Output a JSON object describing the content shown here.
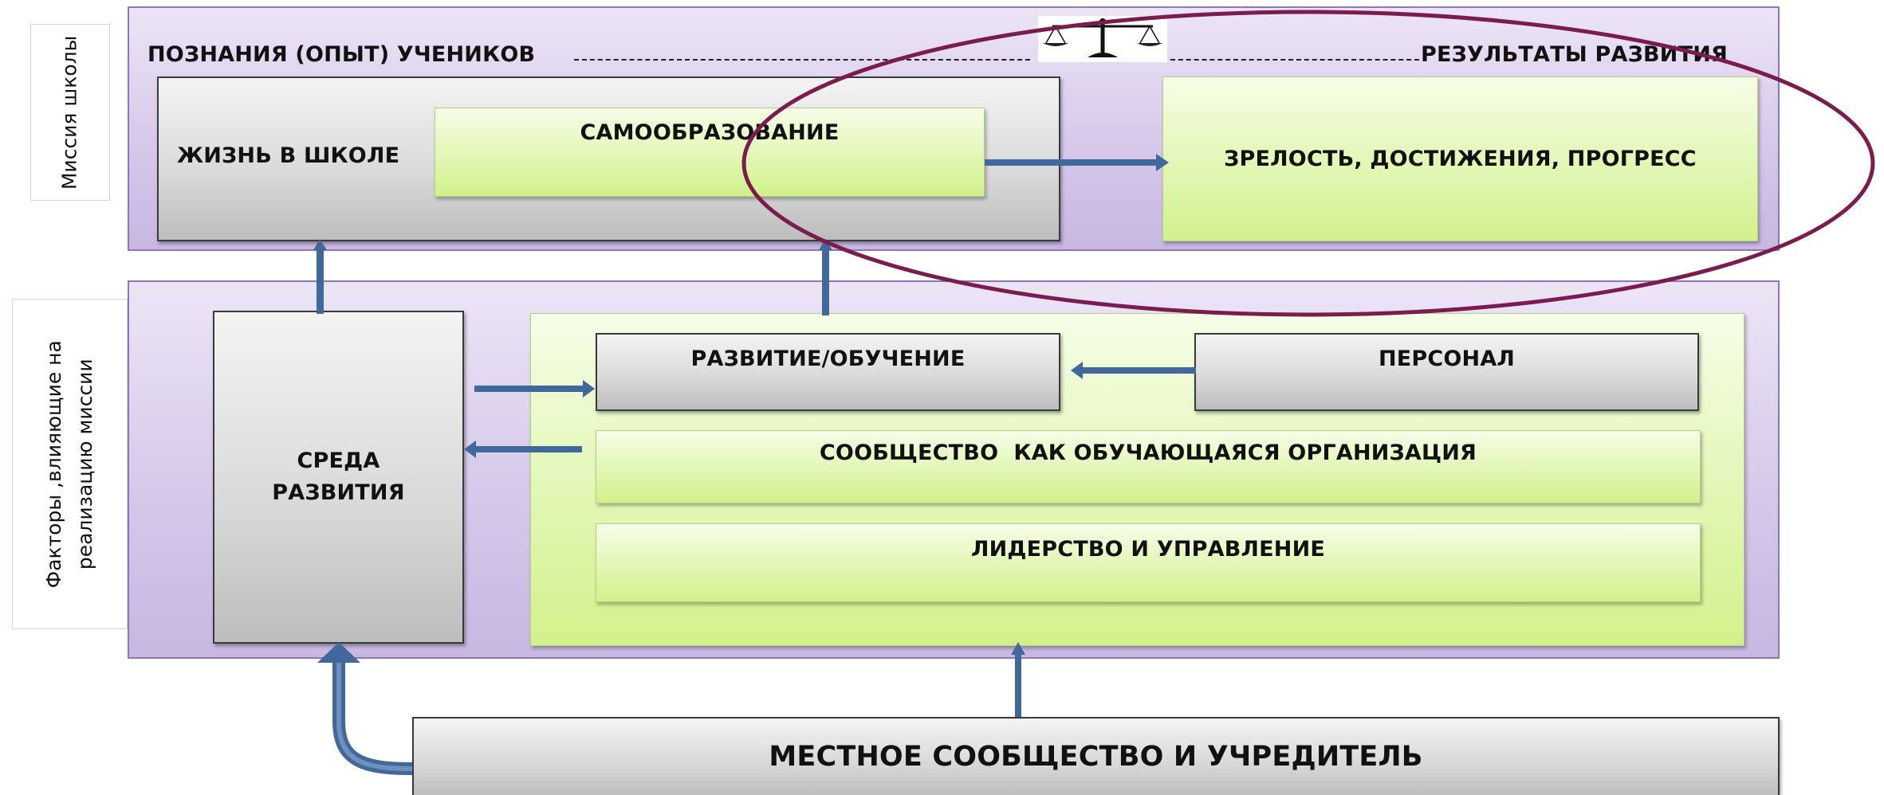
{
  "side_labels": {
    "mission": "Миссия школы",
    "factors_line1": "Факторы ,влияющие на",
    "factors_line2": "реализацию миссии"
  },
  "top": {
    "knowledge_label": "ПОЗНАНИЯ (ОПЫТ) УЧЕНИКОВ",
    "results_label": "РЕЗУЛЬТАТЫ РАЗВИТИЯ",
    "life_in_school": "ЖИЗНЬ В ШКОЛЕ",
    "self_education": "САМООБРАЗОВАНИЕ",
    "maturity": "ЗРЕЛОСТЬ, ДОСТИЖЕНИЯ, ПРОГРЕСС"
  },
  "middle": {
    "environment_line1": "СРЕДА",
    "environment_line2": "РАЗВИТИЯ",
    "development": "РАЗВИТИЕ/ОБУЧЕНИЕ",
    "personnel": "ПЕРСОНАЛ",
    "community": "СООБЩЕСТВО  КАК ОБУЧАЮЩАЯСЯ ОРГАНИЗАЦИЯ",
    "leadership": "ЛИДЕРСТВО И УПРАВЛЕНИЕ"
  },
  "bottom": {
    "local_community": "МЕСТНОЕ СООБЩЕСТВО И УЧРЕДИТЕЛЬ"
  },
  "colors": {
    "arrow": "#41689a",
    "ellipse": "#7a1d4d",
    "band_border": "#8c75b8"
  },
  "icons": {
    "scales": "scales-icon"
  }
}
